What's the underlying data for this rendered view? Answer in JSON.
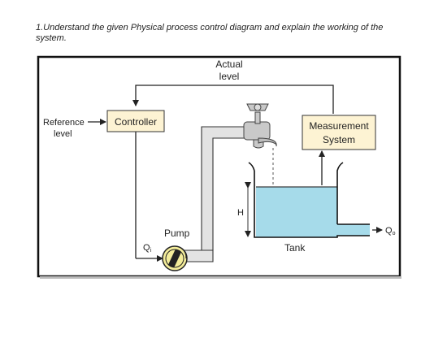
{
  "question": "1.Understand the given Physical process control diagram and explain the working of the system.",
  "labels": {
    "actual_line1": "Actual",
    "actual_line2": "level",
    "reference_line1": "Reference",
    "reference_line2": "level",
    "controller": "Controller",
    "measurement_line1": "Measurement",
    "measurement_line2": "System",
    "height": "H",
    "pump": "Pump",
    "tank": "Tank",
    "qi_base": "Q",
    "qi_sub": "i",
    "qo_base": "Q",
    "qo_sub": "o"
  },
  "colors": {
    "block_fill": "#fdf3d3",
    "water": "#a6dbea",
    "pipe_fill": "#e3e3e3",
    "pump_fill": "#f3ec9a"
  }
}
